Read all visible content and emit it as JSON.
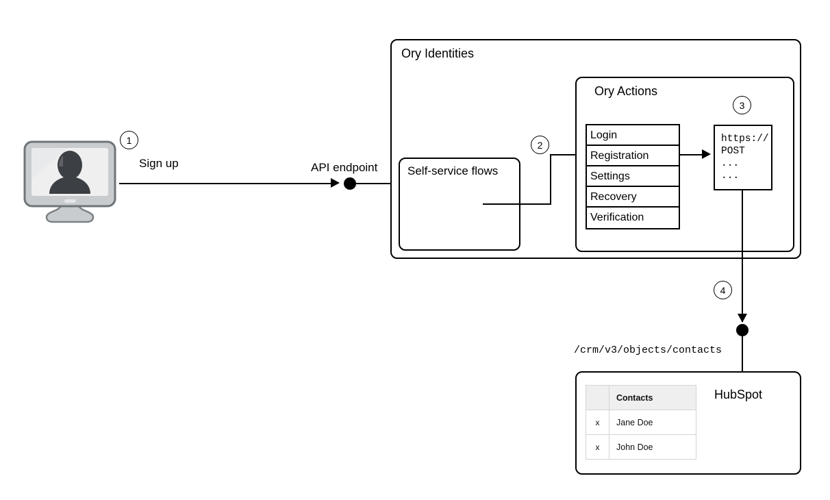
{
  "diagram": {
    "title": "Ory Identities sign-up to HubSpot contact flow",
    "colors": {
      "stroke": "#000000",
      "background": "#ffffff",
      "table_header_bg": "#efefef",
      "table_border": "#d4d4d4",
      "monitor_body": "#c9ccce",
      "monitor_screen": "#efefef",
      "monitor_avatar": "#3c4044"
    }
  },
  "steps": [
    {
      "number": "1"
    },
    {
      "number": "2"
    },
    {
      "number": "3"
    },
    {
      "number": "4"
    }
  ],
  "client": {
    "icon": "user-monitor-icon",
    "action_label": "Sign up",
    "endpoint_label": "API endpoint"
  },
  "ory_identities": {
    "title": "Ory Identities",
    "self_service": {
      "title": "Self-service flows"
    },
    "ory_actions": {
      "title": "Ory Actions",
      "flows": [
        {
          "label": "Login"
        },
        {
          "label": "Registration"
        },
        {
          "label": "Settings"
        },
        {
          "label": "Recovery"
        },
        {
          "label": "Verification"
        }
      ],
      "webhook": {
        "lines": [
          "https://",
          "POST",
          "...",
          "..."
        ]
      }
    }
  },
  "hubspot": {
    "title": "HubSpot",
    "api_path": "/crm/v3/objects/contacts",
    "contacts_table": {
      "columns": [
        "",
        "Contacts"
      ],
      "rows": [
        {
          "mark": "x",
          "name": "Jane Doe"
        },
        {
          "mark": "x",
          "name": "John Doe"
        }
      ]
    }
  }
}
